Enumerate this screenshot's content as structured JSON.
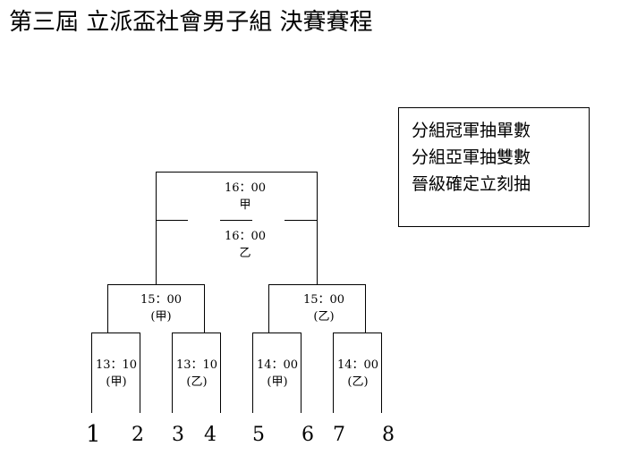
{
  "title": "第三屆  立派盃社會男子組  決賽賽程",
  "legend": [
    "分組冠軍抽單數",
    "分組亞軍抽雙數",
    "晉級確定立刻抽"
  ],
  "final": {
    "a_time": "16：00",
    "a_group": "甲",
    "b_time": "16：00",
    "b_group": "乙"
  },
  "semis": [
    {
      "time": "15：00",
      "group": "(甲)"
    },
    {
      "time": "15：00",
      "group": "(乙)"
    }
  ],
  "first_round": [
    {
      "time": "13：10",
      "group": "(甲)"
    },
    {
      "time": "13：10",
      "group": "(乙)"
    },
    {
      "time": "14：00",
      "group": "(甲)"
    },
    {
      "time": "14：00",
      "group": "(乙)"
    }
  ],
  "slots": [
    "1",
    "2",
    "3",
    "4",
    "5",
    "6",
    "7",
    "8"
  ]
}
